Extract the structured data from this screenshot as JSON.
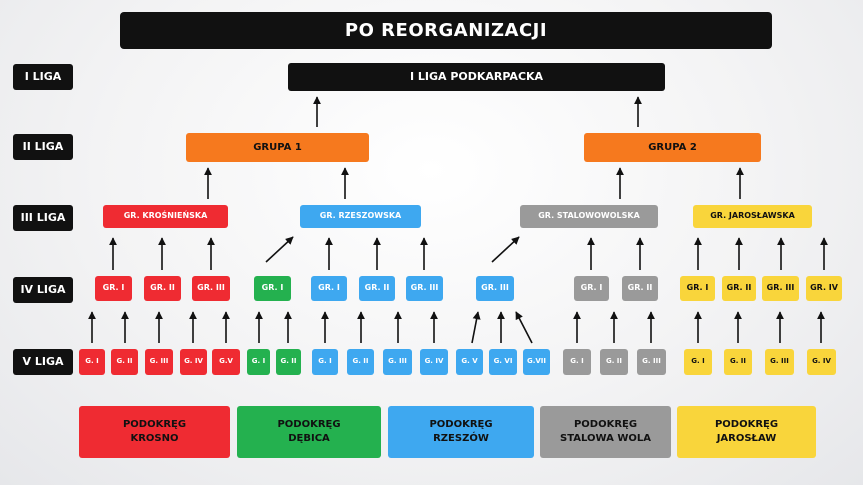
{
  "title": "PO REORGANIZACJI",
  "levels": [
    "I LIGA",
    "II LIGA",
    "III LIGA",
    "IV LIGA",
    "V LIGA"
  ],
  "liga1": "I LIGA PODKARPACKA",
  "liga2": [
    "GRUPA 1",
    "GRUPA 2"
  ],
  "liga3": [
    "GR. KROŚNIEŃSKA",
    "GR. RZESZOWSKA",
    "GR. STALOWOWOLSKA",
    "GR. JAROSŁAWSKA"
  ],
  "liga4": [
    "GR. I",
    "GR. II",
    "GR. III",
    "GR. I",
    "GR. I",
    "GR. II",
    "GR. III",
    "GR. III",
    "GR. I",
    "GR. II",
    "GR. I",
    "GR. II",
    "GR. III",
    "GR. IV"
  ],
  "liga5": [
    "G. I",
    "G. II",
    "G. III",
    "G. IV",
    "G.V",
    "G. I",
    "G. II",
    "G. I",
    "G. II",
    "G. III",
    "G. IV",
    "G. V",
    "G. VI",
    "G.VII",
    "G. I",
    "G. II",
    "G. III",
    "G. I",
    "G. II",
    "G. III",
    "G. IV"
  ],
  "podokregi": [
    {
      "line1": "PODOKRĘG",
      "line2": "KROSNO"
    },
    {
      "line1": "PODOKRĘG",
      "line2": "DĘBICA"
    },
    {
      "line1": "PODOKRĘG",
      "line2": "RZESZÓW"
    },
    {
      "line1": "PODOKRĘG",
      "line2": "STALOWA WOLA"
    },
    {
      "line1": "PODOKRĘG",
      "line2": "JAROSŁAW"
    }
  ],
  "colors": {
    "krosno": "#ef2b32",
    "debica": "#24b14f",
    "rzeszow": "#3ea8f0",
    "stalowa_wola": "#9a9a9a",
    "jaroslaw": "#f9d53b",
    "grupa": "#f6791e",
    "black": "#111111"
  }
}
